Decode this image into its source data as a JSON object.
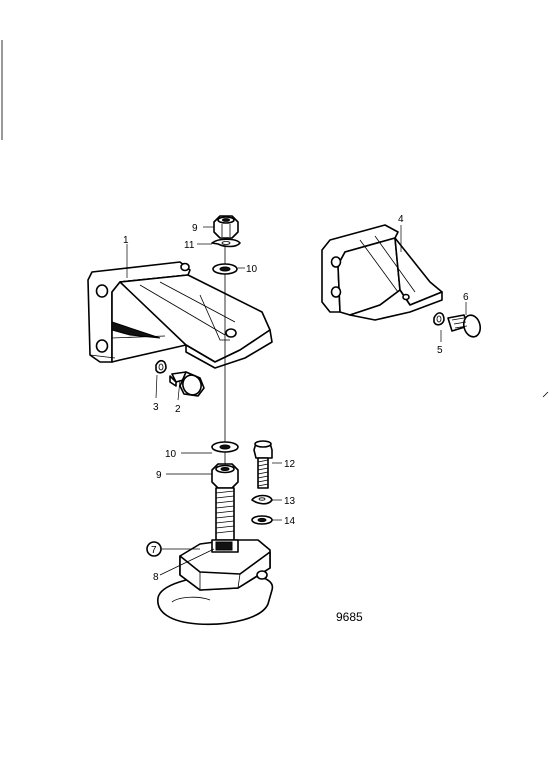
{
  "figure_number": "9685",
  "callouts": {
    "c1": "1",
    "c2": "2",
    "c3": "3",
    "c4": "4",
    "c5": "5",
    "c6": "6",
    "c7": "7",
    "c8": "8",
    "c9a": "9",
    "c9b": "9",
    "c10a": "10",
    "c10b": "10",
    "c11": "11",
    "c12": "12",
    "c13": "13",
    "c14": "14"
  }
}
